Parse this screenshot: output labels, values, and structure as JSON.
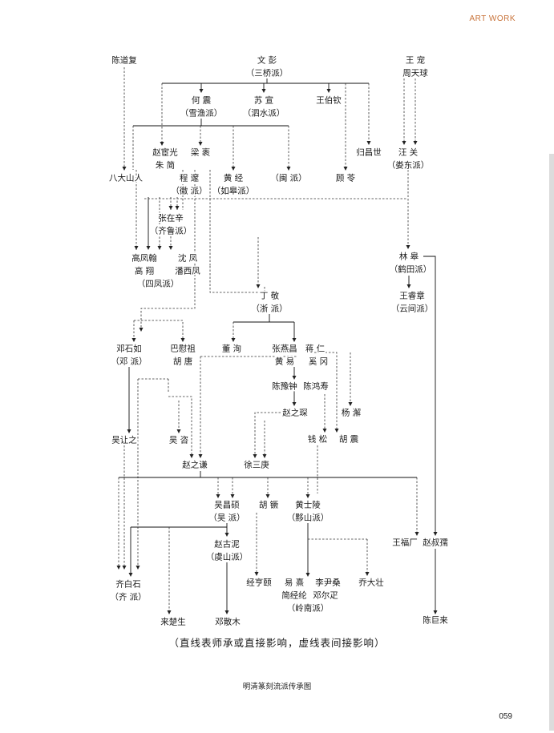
{
  "header_label": "ART WORK",
  "legend_note": "（直线表师承或直接影响，虚线表间接影响）",
  "caption": "明清篆刻流派传承图",
  "page_number": "059",
  "nodes": [
    {
      "id": "chen_daofu",
      "text": "陈道复"
    },
    {
      "id": "wen_peng",
      "text": "文  彭"
    },
    {
      "id": "sanqiao",
      "text": "（三桥派）"
    },
    {
      "id": "wang_chong",
      "text": "王  宠"
    },
    {
      "id": "zhou_tianqiu",
      "text": "周天球"
    },
    {
      "id": "he_zhen",
      "text": "何  震"
    },
    {
      "id": "xueyu",
      "text": "（雪渔派）"
    },
    {
      "id": "su_xuan",
      "text": "苏  宣"
    },
    {
      "id": "sishui",
      "text": "（泗水派）"
    },
    {
      "id": "wang_boshi",
      "text": "王伯钦"
    },
    {
      "id": "zhao_huanguang",
      "text": "赵宦光"
    },
    {
      "id": "liang_biao",
      "text": "梁  袠"
    },
    {
      "id": "zhu_jian",
      "text": "朱  简"
    },
    {
      "id": "gui_changshi",
      "text": "归昌世"
    },
    {
      "id": "wang_guan",
      "text": "汪  关"
    },
    {
      "id": "loudong",
      "text": "（娄东派）"
    },
    {
      "id": "bada",
      "text": "八大山人"
    },
    {
      "id": "cheng_sui",
      "text": "程  邃"
    },
    {
      "id": "hui",
      "text": "（徽  派）"
    },
    {
      "id": "huang_jing",
      "text": "黄  经"
    },
    {
      "id": "rugao",
      "text": "（如皋派）"
    },
    {
      "id": "min",
      "text": "（闽  派）"
    },
    {
      "id": "gu_ling",
      "text": "顾  苓"
    },
    {
      "id": "zhang_zaixin",
      "text": "张在辛"
    },
    {
      "id": "qilu",
      "text": "（齐鲁派）"
    },
    {
      "id": "gao_fenghan",
      "text": "高凤翰"
    },
    {
      "id": "shen_feng",
      "text": "沈  凤"
    },
    {
      "id": "gao_xiang",
      "text": "高  翔"
    },
    {
      "id": "pan_xixi",
      "text": "潘西凤"
    },
    {
      "id": "sifeng",
      "text": "（四凤派）"
    },
    {
      "id": "lin_gao",
      "text": "林  皋"
    },
    {
      "id": "putian",
      "text": "（鹤田派）"
    },
    {
      "id": "wang_ruizhang",
      "text": "王睿章"
    },
    {
      "id": "yunjian",
      "text": "（云间派）"
    },
    {
      "id": "ding_jing",
      "text": "丁  敬"
    },
    {
      "id": "zhe",
      "text": "（浙  派）"
    },
    {
      "id": "deng_shiru",
      "text": "邓石如"
    },
    {
      "id": "deng",
      "text": "（邓  派）"
    },
    {
      "id": "ba_weizu",
      "text": "巴慰祖"
    },
    {
      "id": "hu_tang",
      "text": "胡  唐"
    },
    {
      "id": "dong_xun",
      "text": "董  洵"
    },
    {
      "id": "zhang_yanchang",
      "text": "张燕昌"
    },
    {
      "id": "jiang_ren",
      "text": "蒋  仁"
    },
    {
      "id": "huang_yi",
      "text": "黄  易"
    },
    {
      "id": "xi_gang",
      "text": "奚  冈"
    },
    {
      "id": "chen_yuzhong",
      "text": "陈豫钟"
    },
    {
      "id": "chen_hongshou",
      "text": "陈鸿寿"
    },
    {
      "id": "zhao_zhichen",
      "text": "赵之琛"
    },
    {
      "id": "yang_xie",
      "text": "杨  澥"
    },
    {
      "id": "wu_rangzhi",
      "text": "吴让之"
    },
    {
      "id": "wu_zi",
      "text": "吴  咨"
    },
    {
      "id": "qian_song",
      "text": "钱  松"
    },
    {
      "id": "hu_zhen",
      "text": "胡  震"
    },
    {
      "id": "zhao_zhiqian",
      "text": "赵之谦"
    },
    {
      "id": "xu_sangeng",
      "text": "徐三庚"
    },
    {
      "id": "wu_changshuo",
      "text": "吴昌硕"
    },
    {
      "id": "wu_pai",
      "text": "（吴  派）"
    },
    {
      "id": "hu_jue",
      "text": "胡  镢"
    },
    {
      "id": "huang_shiling",
      "text": "黄士陵"
    },
    {
      "id": "yishan",
      "text": "（黟山派）"
    },
    {
      "id": "wang_fuan",
      "text": "王福厂"
    },
    {
      "id": "zhao_shuru",
      "text": "赵叔孺"
    },
    {
      "id": "zhao_guni",
      "text": "赵古泥"
    },
    {
      "id": "yushan",
      "text": "（虞山派）"
    },
    {
      "id": "qi_baishi",
      "text": "齐白石"
    },
    {
      "id": "qi",
      "text": "（齐  派）"
    },
    {
      "id": "jing_hengyi",
      "text": "经亨颐"
    },
    {
      "id": "yi_xi",
      "text": "易  熹"
    },
    {
      "id": "li_yinsang",
      "text": "李尹桑"
    },
    {
      "id": "jian_jinglun",
      "text": "简经纶"
    },
    {
      "id": "deng_erya",
      "text": "邓尔疋"
    },
    {
      "id": "lingnan",
      "text": "（岭南派）"
    },
    {
      "id": "qiao_dazhuang",
      "text": "乔大壮"
    },
    {
      "id": "lai_chusheng",
      "text": "来楚生"
    },
    {
      "id": "deng_sanmu",
      "text": "邓散木"
    },
    {
      "id": "chen_julai",
      "text": "陈巨来"
    }
  ]
}
